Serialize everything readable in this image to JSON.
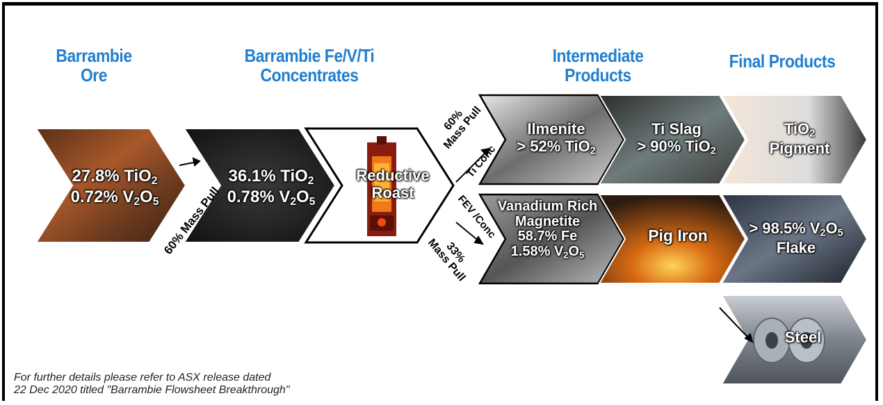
{
  "headings": {
    "ore": [
      "Barrambie",
      "Ore"
    ],
    "concentrates": [
      "Barrambie Fe/V/Ti",
      "Concentrates"
    ],
    "intermediate": [
      "Intermediate",
      "Products"
    ],
    "final": [
      "Final Products"
    ]
  },
  "ore": {
    "line1": "27.8% TiO",
    "line1_sub": "2",
    "line2": "0.72% V",
    "line2_sub1": "2",
    "line2_mid": "O",
    "line2_sub2": "5"
  },
  "concentrate": {
    "line1": "36.1% TiO",
    "line1_sub": "2",
    "line2": "0.78% V",
    "line2_sub1": "2",
    "line2_mid": "O",
    "line2_sub2": "5"
  },
  "roast": {
    "line1": "Reductive",
    "line2": "Roast"
  },
  "mass_pull_main": "60% Mass Pull",
  "ti_branch": {
    "pull": [
      "60%",
      "Mass Pull"
    ],
    "label": "Ti Conc"
  },
  "fev_branch": {
    "pull": [
      "33%",
      "Mass Pull"
    ],
    "label": "FEV /Conc"
  },
  "ilmenite": {
    "line1": "Ilmenite",
    "line2": "> 52% TiO",
    "line2_sub": "2"
  },
  "ti_slag": {
    "line1": "Ti Slag",
    "line2": "> 90% TiO",
    "line2_sub": "2"
  },
  "tio2_pigment": {
    "line1": "TiO",
    "line1_sub": "2",
    "line2": "Pigment"
  },
  "magnetite": {
    "line1": "Vanadium Rich",
    "line2": "Magnetite",
    "line3": "58.7% Fe",
    "line4": "1.58% V",
    "line4_sub1": "2",
    "line4_mid": "O",
    "line4_sub2": "5"
  },
  "pig_iron": {
    "label": "Pig Iron"
  },
  "v2o5_flake": {
    "line1": "> 98.5% V",
    "line1_sub1": "2",
    "line1_mid": "O",
    "line1_sub2": "5",
    "line2": "Flake"
  },
  "steel": {
    "label": "Steel"
  },
  "footnote": {
    "line1": "For further details please refer to ASX release dated",
    "line2": "22 Dec 2020 titled \"Barrambie Flowsheet Breakthrough\""
  }
}
